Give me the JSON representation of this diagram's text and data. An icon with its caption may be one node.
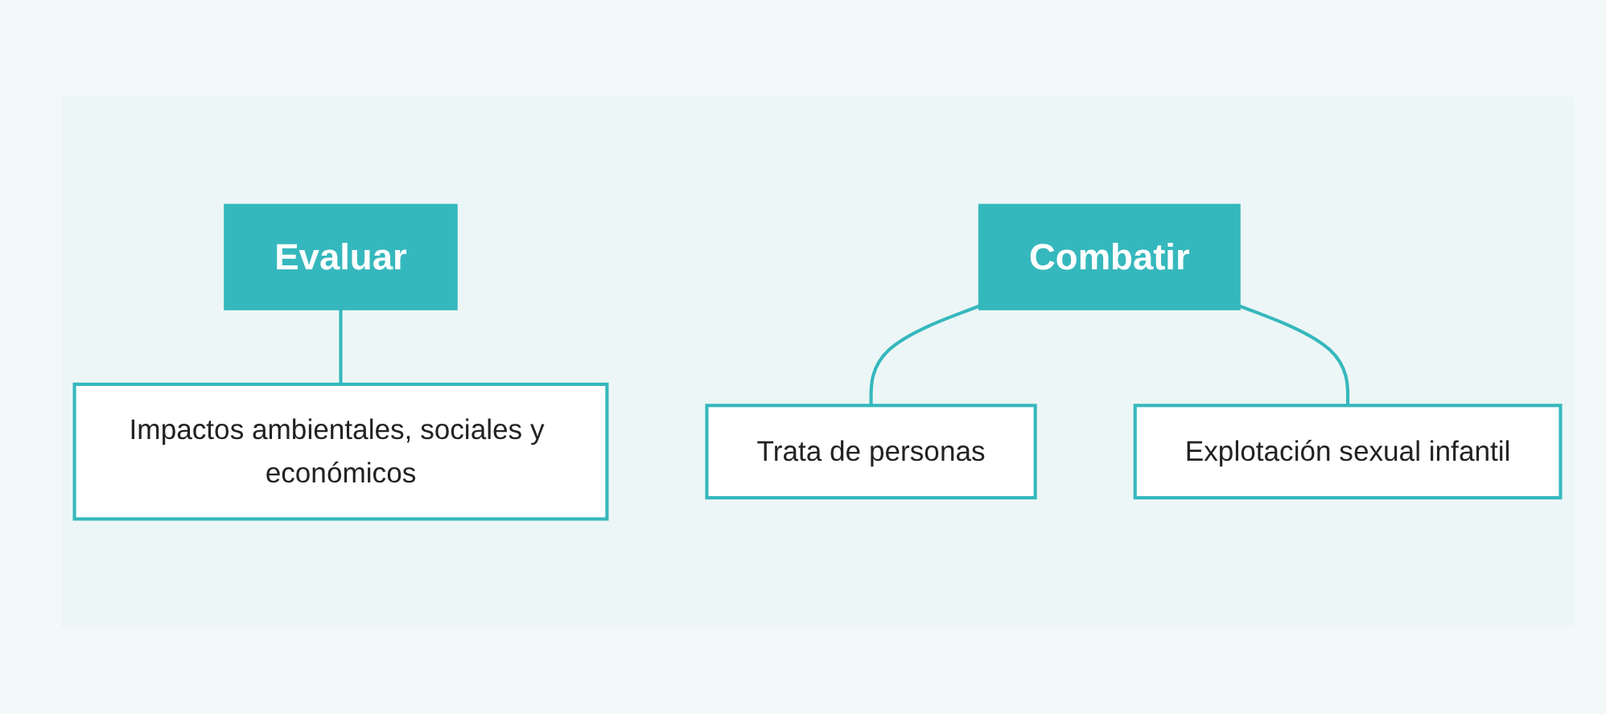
{
  "diagram": {
    "nodes": [
      {
        "text": [
          "Evaluar"
        ]
      },
      {
        "text": [
          "Impactos ambientales, sociales y económicos"
        ]
      },
      {
        "text": [
          "Combatir"
        ]
      },
      {
        "text": [
          "Trata de personas"
        ]
      },
      {
        "text": [
          "Explotación sexual infantil"
        ]
      }
    ],
    "edges": [
      {
        "from": 0,
        "to": 1,
        "arrow": "none"
      },
      {
        "from": 2,
        "to": 3,
        "arrow": "none"
      },
      {
        "from": 2,
        "to": 4,
        "arrow": "none"
      }
    ]
  }
}
